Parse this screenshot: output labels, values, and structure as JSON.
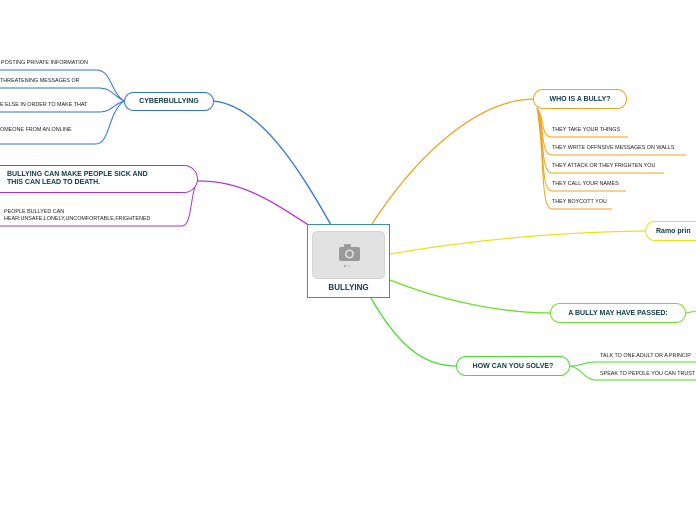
{
  "central": {
    "title": "BULLYING",
    "image_icon": "camera-icon"
  },
  "branches": {
    "cyberbullying": {
      "label": "CYBERBULLYING",
      "color": "#2f6fe0",
      "leaves": [
        "POSTING PRIVATE INFORMATION",
        "THREATENING MESSAGES OR",
        "E ELSE IN ORDER TO MAKE THAT",
        "OMEONE FROM AN ONLINE"
      ]
    },
    "sick": {
      "label_line1": "BULLYING CAN MAKE PEOPLE SICK AND",
      "label_line2": "THIS CAN LEAD TO DEATH.",
      "color": "#b12fd6",
      "leaf_line1": "PEOPLE BULLYED CAN",
      "leaf_line2": "HEAR:UNSAFE,LONELY,UNCOMFORTABLE,FRIGHTENED"
    },
    "who": {
      "label": "WHO IS A BULLY?",
      "color": "#f0a21e",
      "leaves": [
        "THEY TAKE YOUR THINGS",
        "THEY WRITE OFFNSIVE MESSAGES ON WALLS",
        "THEY ATTACK OR THEY FRIGHTEN YOU",
        "THEY CALL YOUR NAMES",
        "THEY BOYCOTT YOU"
      ]
    },
    "ramo": {
      "label": "Ramo prin",
      "color": "#e8e21c"
    },
    "passed": {
      "label": "A BULLY MAY HAVE PASSED:",
      "color": "#6ee02a"
    },
    "solve": {
      "label": "HOW CAN YOU SOLVE?",
      "color": "#43e02a",
      "leaves": [
        "TALK TO ONE ADULT OR A PRINCIP",
        "SPEAK TO PEPOLE YOU CAN TRUST"
      ]
    }
  }
}
